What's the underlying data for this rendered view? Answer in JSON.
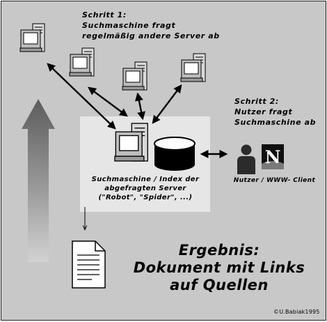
{
  "step1": {
    "heading": "Schritt 1:",
    "line1": "Suchmaschine fragt",
    "line2": "regelmäßig andere Server ab"
  },
  "step2": {
    "heading": "Schritt 2:",
    "line1": "Nutzer fragt",
    "line2": "Suchmaschine ab"
  },
  "engine_caption": {
    "line1": "Suchmaschine / Index der",
    "line2": "abgefragten Server",
    "line3": "(\"Robot\", \"Spider\", ...)"
  },
  "user_caption": "Nutzer / WWW- Client",
  "result": {
    "line1": "Ergebnis:",
    "line2": "Dokument mit Links",
    "line3": "auf Quellen"
  },
  "copyright": "©U.Babiak1995",
  "colors": {
    "background": "#c8c8c8",
    "highlight_panel": "#e6e6e6",
    "monitor_screen": "#ffffff",
    "database": "#000000",
    "arrow": "#000000"
  },
  "icons": {
    "servers": "computer-icon",
    "database": "database-cylinder-icon",
    "user": "person-icon",
    "browser": "netscape-logo-icon",
    "document": "document-icon",
    "progress_arrow": "up-arrow-icon"
  }
}
